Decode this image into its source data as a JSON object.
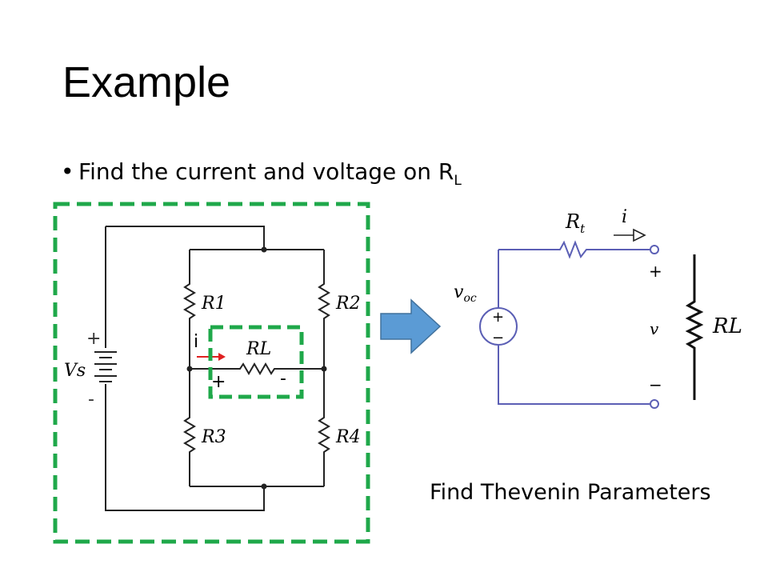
{
  "slide": {
    "title": "Example",
    "bullet": {
      "text": "Find the current and voltage on R",
      "subscript": "L"
    },
    "caption": "Find Thevenin Parameters"
  },
  "left_circuit": {
    "source_label": "Vs",
    "source_plus": "+",
    "source_minus": "-",
    "resistors": [
      "R1",
      "R2",
      "R3",
      "R4"
    ],
    "load_label": "RL",
    "current_label": "i",
    "load_plus": "+",
    "load_minus": "-"
  },
  "right_circuit": {
    "rt_label": "R",
    "rt_sub": "t",
    "i_label": "i",
    "voc_label": "v",
    "voc_sub": "oc",
    "source_plus": "+",
    "source_minus": "−",
    "term_plus": "+",
    "term_v": "v",
    "term_minus": "−",
    "load_label": "RL"
  },
  "colors": {
    "highlight_box": "#1fa84a",
    "arrow_fill": "#5b9bd5",
    "thevenin_wire": "#5b5fb5",
    "current_arrow": "#e02020"
  }
}
